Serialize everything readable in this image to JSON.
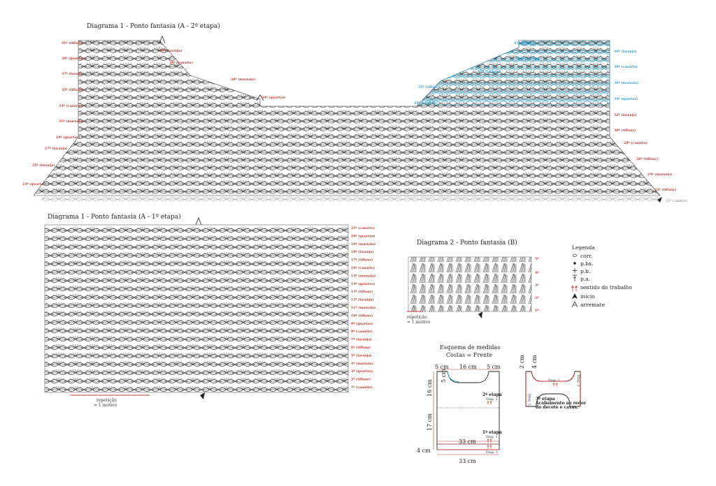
{
  "colors": {
    "stitch": "#3a3a3a",
    "red": "#c0392b",
    "blue": "#2a9fd0"
  },
  "diagram1b": {
    "title": "Diagrama 1 - Ponto fantasia (A - 2ª etapa)",
    "left_labels": [
      "41ª (tiffany)",
      "39ª (quartzo)",
      "37ª (laranja)",
      "35ª (tiffany)",
      "33ª (canário)",
      "31ª (marsala)",
      "29ª (quartzo)",
      "27ª (laranja)",
      "25ª (laranja)",
      "23ª (quartzo)"
    ],
    "left_step_labels": [
      "40ª (laranja)",
      "38ª (canário)",
      "36ª (marsala)",
      "34ª (quartzo)"
    ],
    "right_labels_blue": [
      "41ª (tiffany)",
      "39ª (quartzo)",
      "37ª (laranja)",
      "35ª (tiffany)",
      "33ª (canário)"
    ],
    "right_labels_blue_r": [
      "40ª (laranja)",
      "38ª (canário)",
      "36ª (marsala)",
      "34ª (quartzo)"
    ],
    "right_labels": [
      "32ª (laranja)",
      "30ª (tiffany)",
      "28ª (canário)",
      "26ª (tiffany)",
      "24ª (marsala)",
      "22ª (tiffany)"
    ],
    "bottom_label": "21ª (canário)"
  },
  "diagram1a": {
    "title": "Diagrama 1 - Ponto fantasia (A - 1ª etapa)",
    "right_labels": [
      "21ª (canário)",
      "20ª (quartzo)",
      "19ª (marsala)",
      "18ª (laranja)",
      "17ª (tiffany)",
      "16ª (canário)",
      "15ª (marsala)",
      "14ª (quartzo)",
      "13ª (tiffany)",
      "12ª (laranja)",
      "11ª (marsala)",
      "10ª (tiffany)",
      "9ª (quartzo)",
      "8ª (canário)",
      "7ª (laranja)",
      "6ª (tiffany)",
      "5ª (laranja)",
      "4ª (marsala)",
      "3ª (quartzo)",
      "2ª (tiffany)",
      "1ª (canário)"
    ],
    "repeat_1": "repetição",
    "repeat_2": "= 1 motivo"
  },
  "diagram2": {
    "title": "Diagrama 2 - Ponto fantasia (B)",
    "row_labels": [
      "5ª",
      "4ª",
      "3ª",
      "2ª",
      "1ª"
    ],
    "repeat_1": "repetição",
    "repeat_2": "= 1 motivo"
  },
  "legend": {
    "title": "Legenda",
    "items": [
      {
        "icon": "chain-oval-icon",
        "label": "corr."
      },
      {
        "icon": "slip-stitch-dot-icon",
        "label": "p.bx."
      },
      {
        "icon": "single-crochet-plus-icon",
        "label": "p.b."
      },
      {
        "icon": "double-crochet-icon",
        "label": "p.a."
      },
      {
        "icon": "work-direction-arrows-icon",
        "label": "sentido do trabalho"
      },
      {
        "icon": "start-arrowhead-icon",
        "label": "início"
      },
      {
        "icon": "finish-arrowhead-icon",
        "label": "arremate"
      }
    ]
  },
  "schema": {
    "title": "Esquema de medidas",
    "subtitle": "Costas = Frente",
    "m_5cm_left": "5 cm",
    "m_16cm_top": "16 cm",
    "m_5cm_right": "5 cm",
    "m_5cm_inner": "5 cm",
    "m_16cm_side": "16 cm",
    "m_17cm_side": "17 cm",
    "m_4cm_side": "4 cm",
    "m_33cm_inner": "33 cm",
    "m_33cm_bottom": "33 cm",
    "etapa2_title": "2ª etapa",
    "etapa2_diag": "Diag. 1",
    "etapa1_title": "1ª etapa",
    "etapa1_diag": "Diag. 1",
    "band_diag": "Diag. 2",
    "small_2cm": "2 cm",
    "small_4cm": "4 cm",
    "small_diag2a": "Diag. 2",
    "small_diag2b": "Diag. 2",
    "small_diag2c": "Diag. 2",
    "etapa3_title": "3ª etapa",
    "etapa3_l1": "Acabamento ao redor",
    "etapa3_l2": "do decote e cavas."
  }
}
